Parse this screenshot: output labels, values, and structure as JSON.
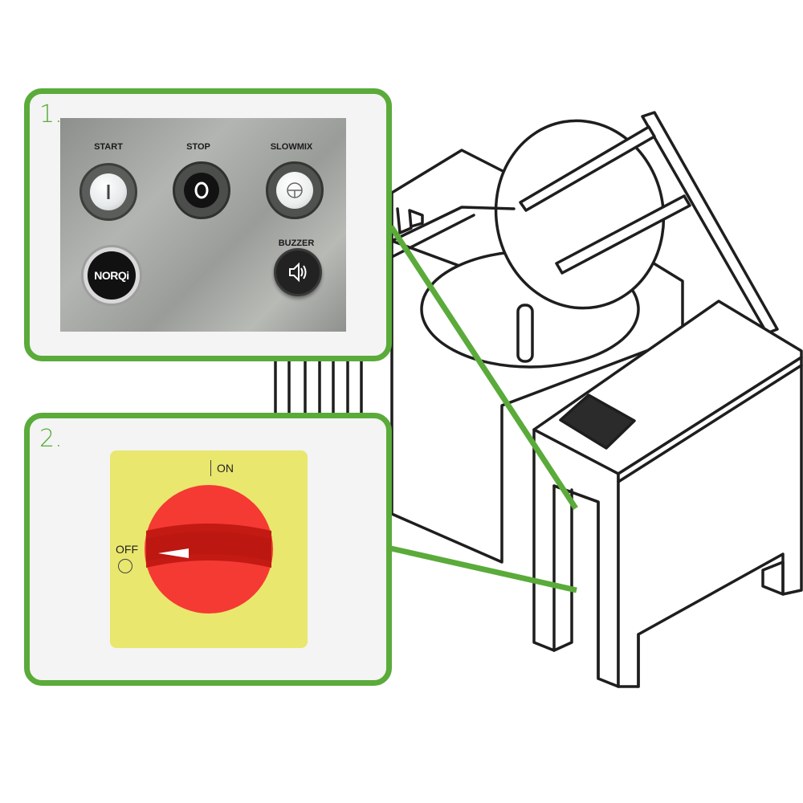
{
  "callouts": [
    {
      "number": "1."
    },
    {
      "number": "2."
    }
  ],
  "control_panel": {
    "start_label": "START",
    "stop_label": "STOP",
    "slowmix_label": "SLOWMIX",
    "buzzer_label": "BUZZER",
    "norqi_logo": "NORQi",
    "icons": [
      "power-on-icon",
      "power-off-icon",
      "slowmix-icon",
      "speaker-icon"
    ]
  },
  "main_switch": {
    "on_label": "ON",
    "off_label": "OFF",
    "plate_color": "#e9e76e",
    "knob_color": "#f53a33",
    "knob_shadow_color": "#c41a14"
  },
  "colors": {
    "accent": "#5aab3a",
    "line": "#1e1e1e",
    "callout_bg": "#f3f4f3"
  }
}
